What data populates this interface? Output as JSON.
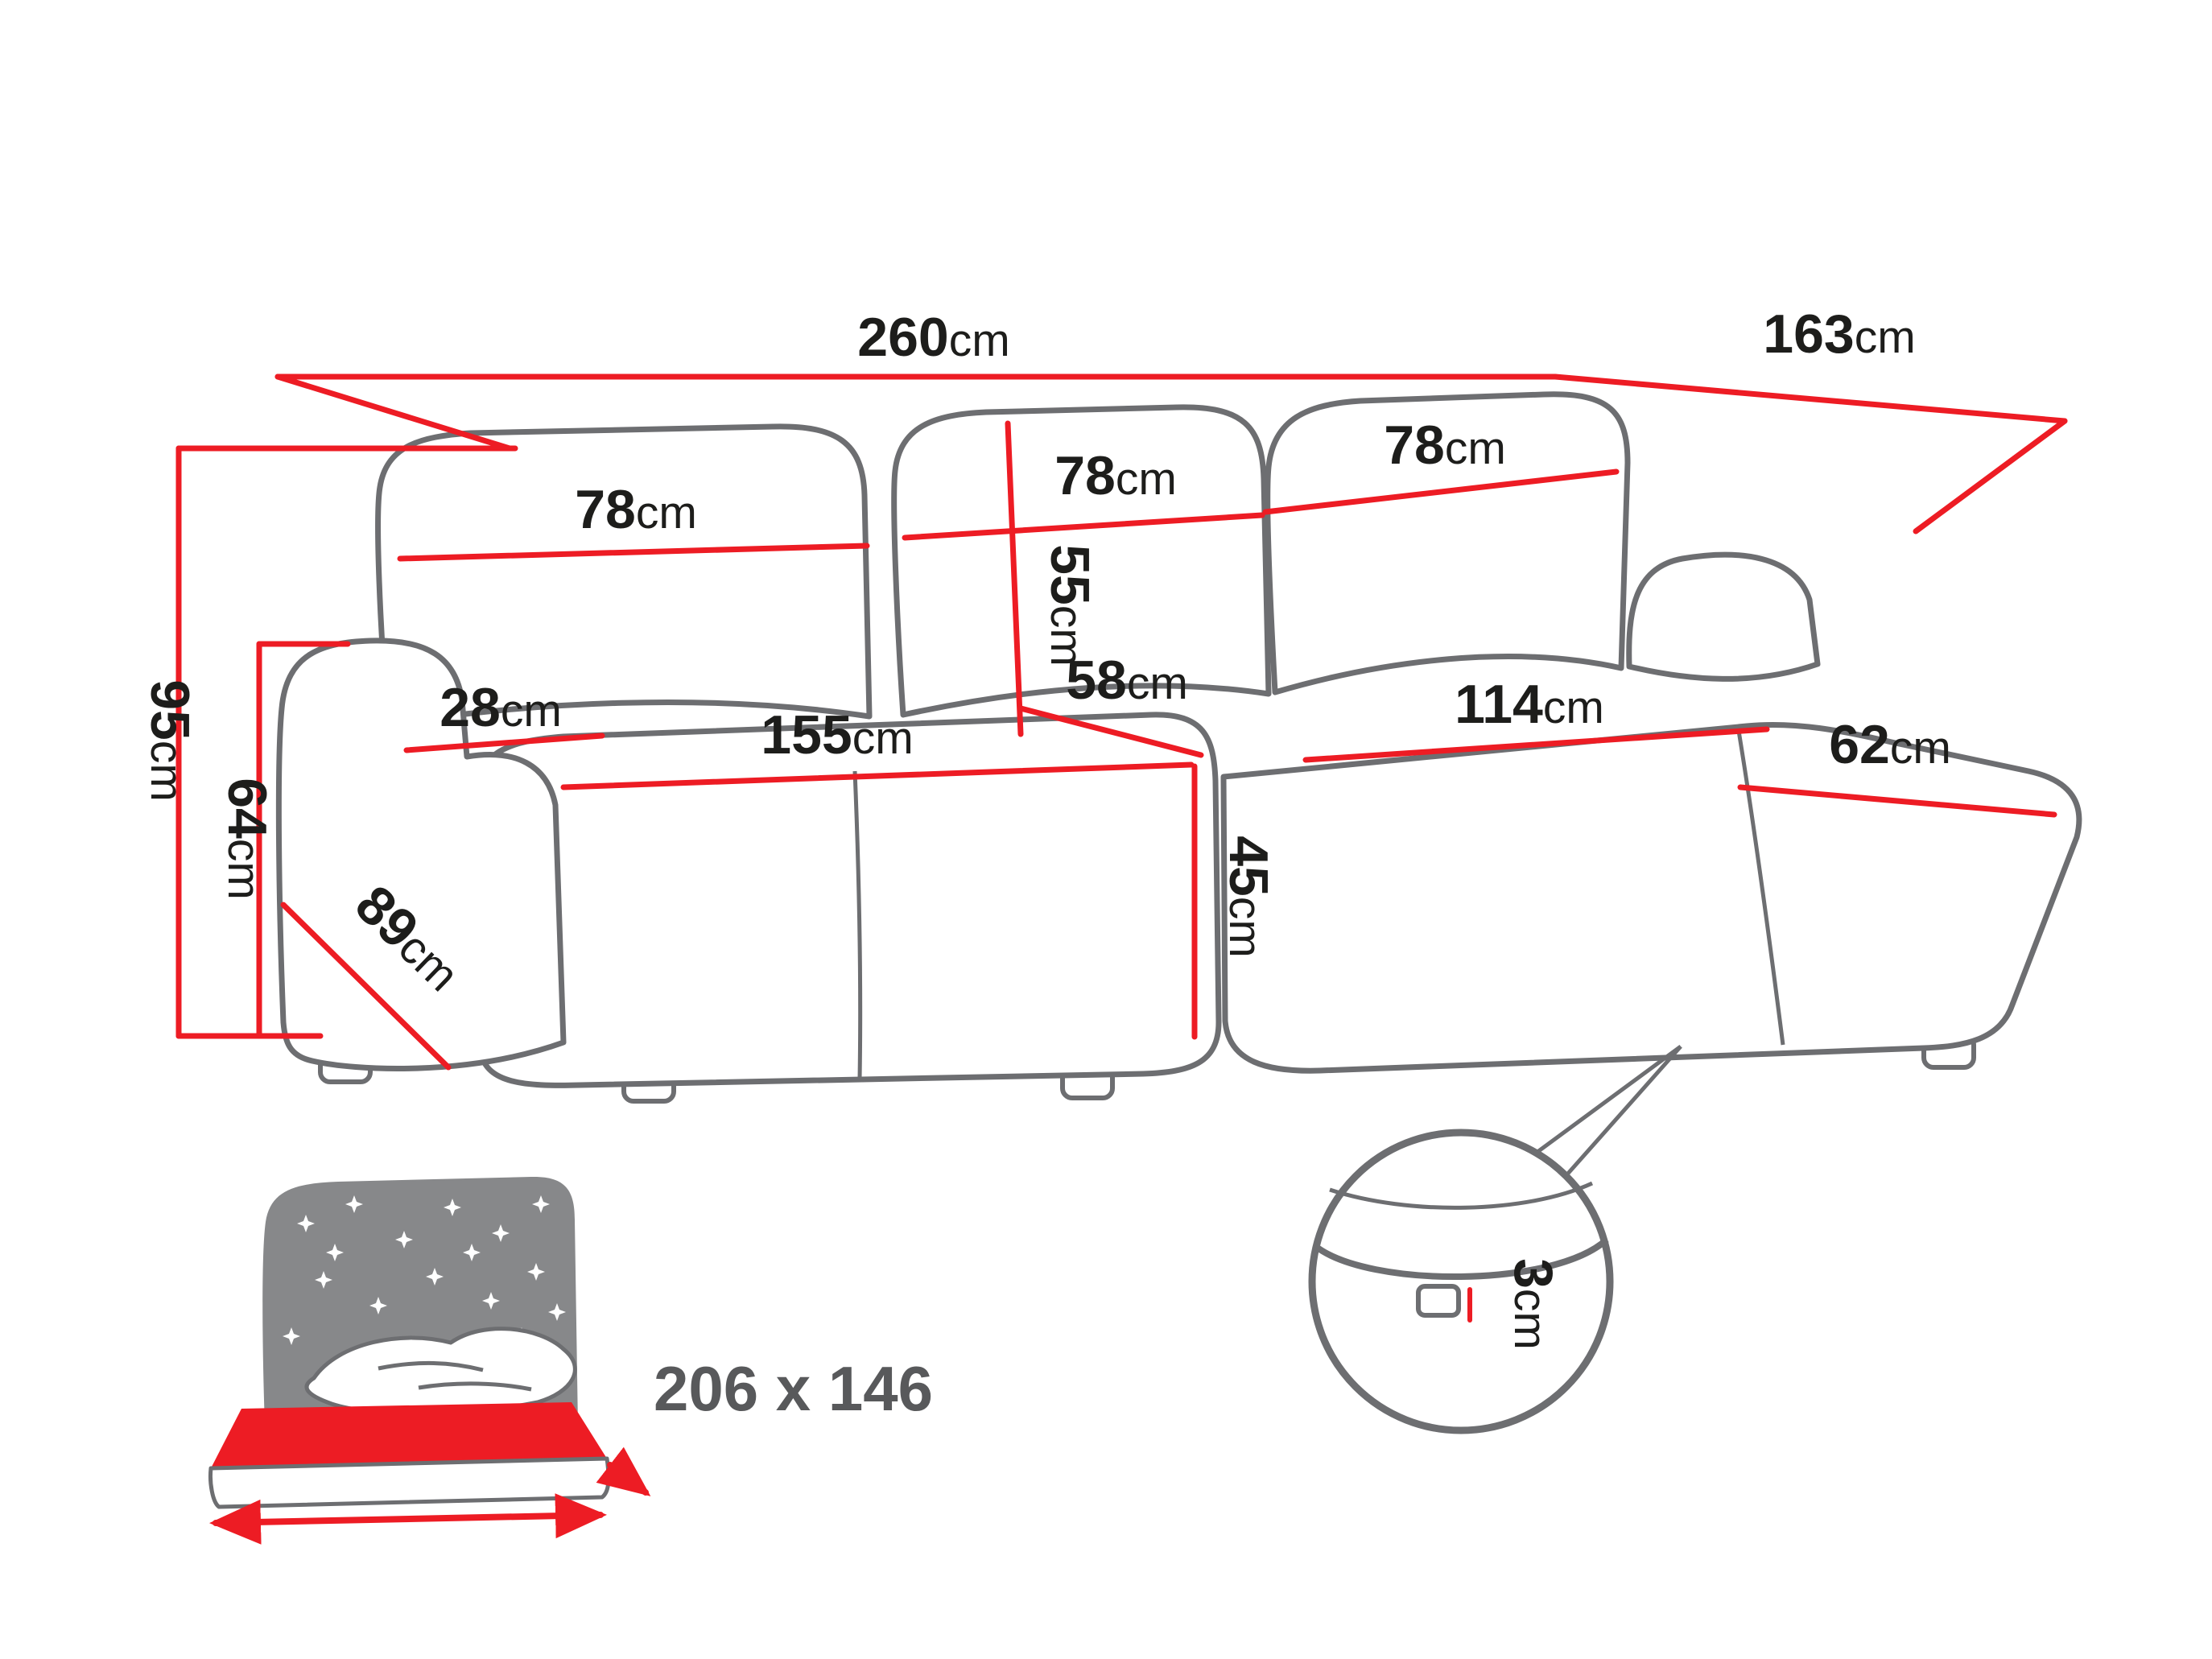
{
  "colors": {
    "dimension_red": "#ed1c24",
    "outline_gray": "#6d6e71",
    "label_black": "#1d1d1b",
    "icon_gray": "#87888a",
    "sleep_label_gray": "#58595b"
  },
  "dimensions": {
    "total_width": {
      "value": "260",
      "unit": "cm"
    },
    "total_depth": {
      "value": "163",
      "unit": "cm"
    },
    "total_height": {
      "value": "95",
      "unit": "cm"
    },
    "armrest_height": {
      "value": "64",
      "unit": "cm"
    },
    "backrest_left": {
      "value": "78",
      "unit": "cm"
    },
    "backrest_middle": {
      "value": "78",
      "unit": "cm"
    },
    "backrest_right": {
      "value": "78",
      "unit": "cm"
    },
    "backrest_height": {
      "value": "55",
      "unit": "cm"
    },
    "seat_depth": {
      "value": "58",
      "unit": "cm"
    },
    "armrest_width": {
      "value": "28",
      "unit": "cm"
    },
    "seat_width": {
      "value": "155",
      "unit": "cm"
    },
    "chaise_seat_length": {
      "value": "114",
      "unit": "cm"
    },
    "chaise_width": {
      "value": "62",
      "unit": "cm"
    },
    "seat_height": {
      "value": "45",
      "unit": "cm"
    },
    "armrest_depth": {
      "value": "89",
      "unit": "cm"
    },
    "leg_height": {
      "value": "3",
      "unit": "cm"
    }
  },
  "sleeping_function": {
    "label": "206 x 146"
  }
}
